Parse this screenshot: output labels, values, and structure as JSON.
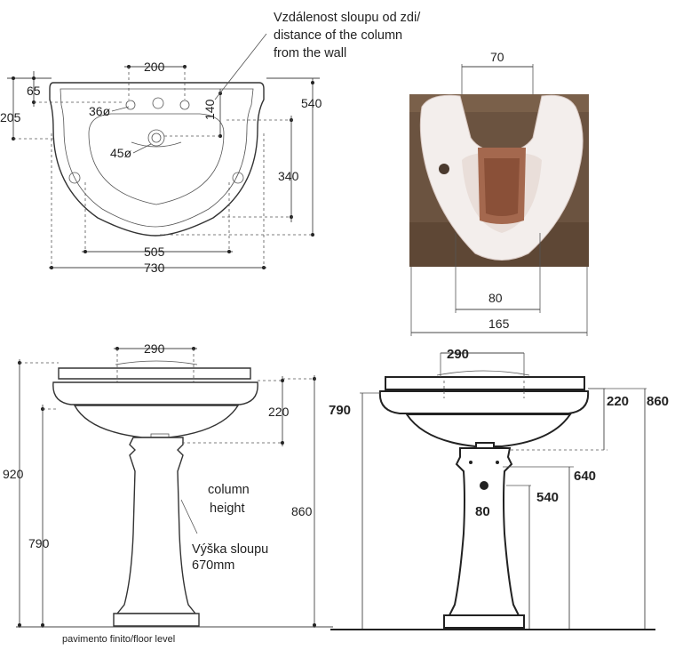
{
  "notes": {
    "wall_line1": "Vzdálenost sloupu od zdi/",
    "wall_line2": "distance of the column",
    "wall_line3": "from the wall",
    "column_en1": "column",
    "column_en2": "height",
    "column_cz1": "Výška sloupu",
    "column_cz2": "670mm",
    "floor": "pavimento finito/floor level"
  },
  "top_view": {
    "w200": "200",
    "h65": "65",
    "h205": "205",
    "d36": "36ø",
    "v140": "140",
    "h540": "540",
    "d45": "45ø",
    "h340": "340",
    "w505": "505",
    "w730": "730"
  },
  "photo": {
    "w70": "70",
    "w80": "80",
    "w165": "165"
  },
  "front_left": {
    "w290": "290",
    "h220": "220",
    "h920": "920",
    "h860": "860",
    "h790": "790"
  },
  "front_right": {
    "w290": "290",
    "h790": "790",
    "h220": "220",
    "h860": "860",
    "h640": "640",
    "h540": "540",
    "d80": "80"
  },
  "colors": {
    "photo_bg": "#6b5340",
    "basin_white": "#f3eeec",
    "basin_shadow": "#d9c9c3",
    "drain_copper": "#a4684e"
  }
}
